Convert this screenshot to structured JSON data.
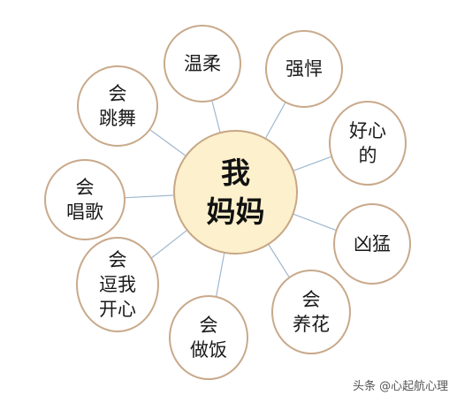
{
  "center": {
    "label": "我\n妈妈"
  },
  "nodes": [
    {
      "id": "wenrou",
      "label": "温柔"
    },
    {
      "id": "qianghan",
      "label": "强悍"
    },
    {
      "id": "haoxinde",
      "label": "好心\n的"
    },
    {
      "id": "xiongmeng",
      "label": "凶猛"
    },
    {
      "id": "yanghua",
      "label": "会\n养花"
    },
    {
      "id": "zuofan",
      "label": "会\n做饭"
    },
    {
      "id": "doukaixin",
      "label": "会\n逗我\n开心"
    },
    {
      "id": "change",
      "label": "会\n唱歌"
    },
    {
      "id": "tiaowu",
      "label": "会\n跳舞"
    }
  ],
  "watermark": "头条 @心起航心理",
  "colors": {
    "center_fill": "#fdf0cc",
    "border": "#c8a98a",
    "line": "#9fb8cf"
  }
}
